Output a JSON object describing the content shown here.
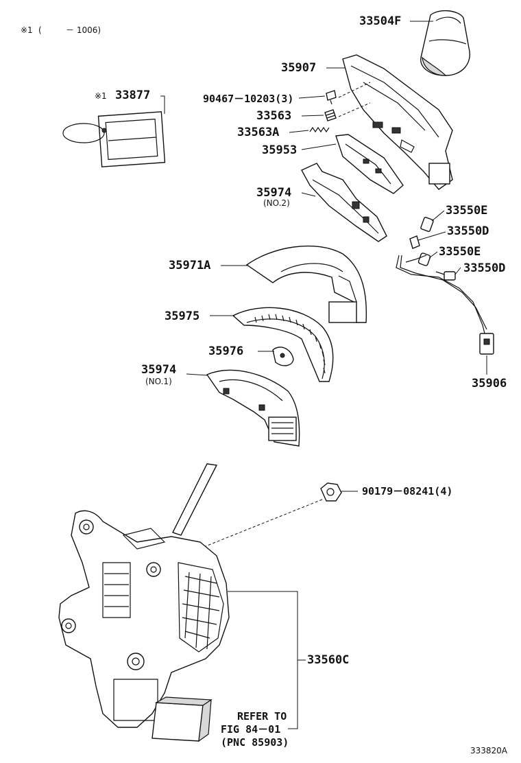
{
  "note": {
    "mark": "※1",
    "open_paren": "(",
    "range": "－ 1006)"
  },
  "labels": {
    "p33504F": "33504F",
    "p35907": "35907",
    "p90467": "90467－10203(3)",
    "p33563": "33563",
    "p33563A": "33563A",
    "p35953": "35953",
    "p35974_no2": "35974",
    "p35974_no2_sub": "(NO.2)",
    "p33877_mark": "※1",
    "p33877": "33877",
    "p33550E_a": "33550E",
    "p33550D_a": "33550D",
    "p33550E_b": "33550E",
    "p33550D_b": "33550D",
    "p35971A": "35971A",
    "p35975": "35975",
    "p35976": "35976",
    "p35974_no1": "35974",
    "p35974_no1_sub": "(NO.1)",
    "p35906": "35906",
    "p90179": "90179－08241(4)",
    "p33560C": "33560C",
    "refer_line1": "REFER TO",
    "refer_line2": "FIG 84－01",
    "refer_line3": "(PNC 85903)"
  },
  "figure_id": "333820A"
}
